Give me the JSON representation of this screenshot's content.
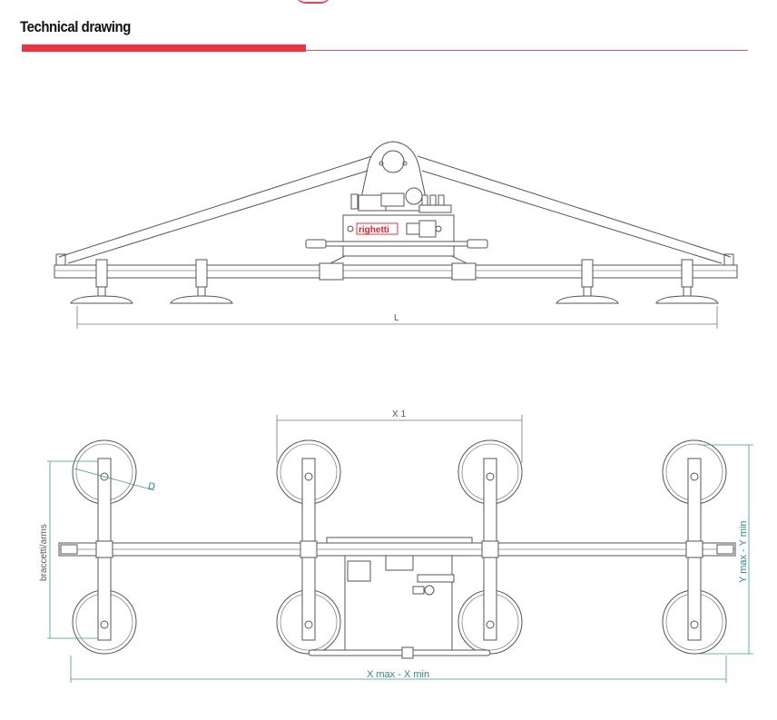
{
  "header": {
    "title": "Technical drawing"
  },
  "side_view": {
    "logo_text": "righetti",
    "dimension_length": "L"
  },
  "top_view": {
    "dimension_x1": "X 1",
    "dimension_diameter": "D",
    "dimension_arms": "braccetti/arms",
    "dimension_x_range": "X max - X min",
    "dimension_y_range": "Y max - Y min"
  },
  "colors": {
    "accent": "#f43040",
    "dimension": "#2a8a8a"
  }
}
